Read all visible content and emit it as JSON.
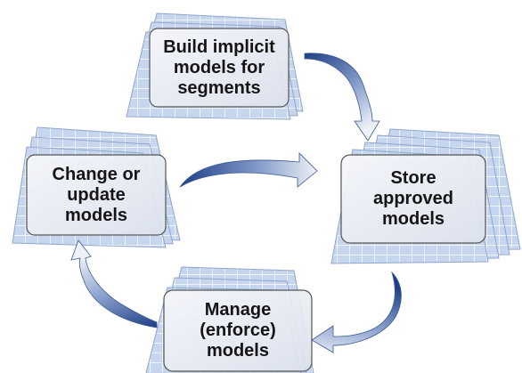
{
  "nodes": {
    "build": {
      "label": "Build implicit\nmodels for\nsegments"
    },
    "change": {
      "label": "Change or\nupdate\nmodels"
    },
    "store": {
      "label": "Store\napproved\nmodels"
    },
    "manage": {
      "label": "Manage\n(enforce)\nmodels"
    }
  },
  "edges": [
    {
      "from": "build",
      "to": "store"
    },
    {
      "from": "change",
      "to": "store"
    },
    {
      "from": "store",
      "to": "manage"
    },
    {
      "from": "manage",
      "to": "change"
    }
  ],
  "colors": {
    "grid_fill": "#c6d6ef",
    "grid_line": "#ffffff",
    "grid_edge": "#8fa6cc",
    "box_fill": "#eef0f5",
    "box_stroke": "#555555",
    "arrow_dark": "#1d3f86",
    "arrow_light": "#e9edf5"
  }
}
